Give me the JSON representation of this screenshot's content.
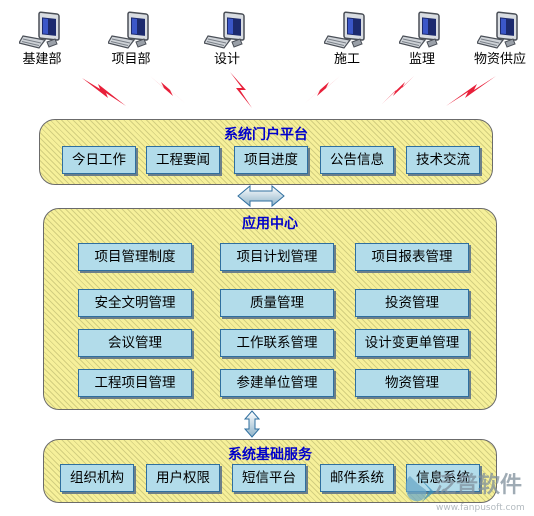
{
  "clients": [
    {
      "label": "基建部",
      "icon": "computer-icon"
    },
    {
      "label": "项目部",
      "icon": "computer-icon"
    },
    {
      "label": "设计",
      "icon": "computer-icon"
    },
    {
      "label": "施工",
      "icon": "computer-icon"
    },
    {
      "label": "监理",
      "icon": "computer-icon"
    },
    {
      "label": "物资供应",
      "icon": "computer-icon"
    }
  ],
  "portal": {
    "title": "系统门户平台",
    "items": [
      "今日工作",
      "工程要闻",
      "项目进度",
      "公告信息",
      "技术交流"
    ]
  },
  "app_center": {
    "title": "应用中心",
    "items": [
      "项目管理制度",
      "项目计划管理",
      "项目报表管理",
      "安全文明管理",
      "质量管理",
      "投资管理",
      "会议管理",
      "工作联系管理",
      "设计变更单管理",
      "工程项目管理",
      "参建单位管理",
      "物资管理"
    ]
  },
  "base_services": {
    "title": "系统基础服务",
    "items": [
      "组织机构",
      "用户权限",
      "短信平台",
      "邮件系统",
      "信息系统"
    ]
  },
  "watermark": {
    "brand": "泛普软件",
    "url": "www.fanpusoft.com"
  },
  "colors": {
    "title": "#0000cc",
    "module_fill": "#b2dcea",
    "panel_fill": "#f6f09a",
    "bolt": "#e8203a"
  }
}
